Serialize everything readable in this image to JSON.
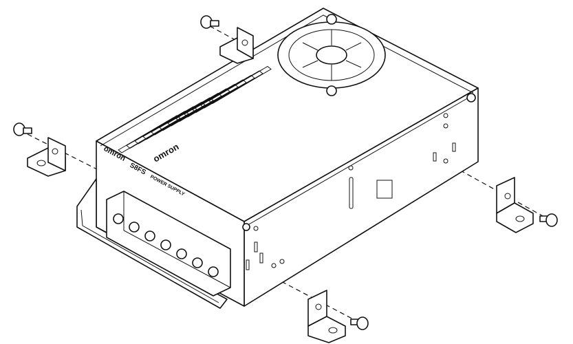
{
  "diagram": {
    "front_label_brand": "omron",
    "front_label_model": "S8FS",
    "front_label_type": "POWER SUPPLY",
    "top_logo": "omron"
  }
}
